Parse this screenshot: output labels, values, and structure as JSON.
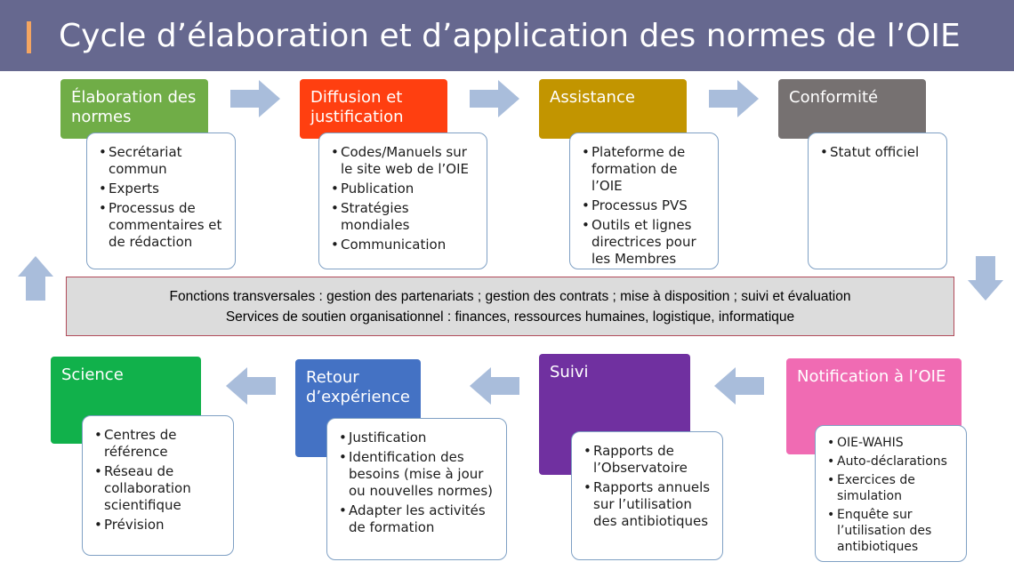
{
  "title": "Cycle d’élaboration et d’application des normes de l’OIE",
  "colors": {
    "header": "#66688f",
    "accent": "#f4a561",
    "arrow": "#a9bddb",
    "elaboration": "#70ad47",
    "diffusion": "#ff3f10",
    "assistance": "#c29500",
    "conformite": "#767171",
    "notification": "#f06bb3",
    "suivi": "#7030a0",
    "retour": "#4472c4",
    "science": "#11b14b"
  },
  "stages": {
    "elaboration": {
      "label": "Élaboration des normes",
      "items": [
        "Secrétariat commun",
        "Experts",
        "Processus de commentaires et de rédaction"
      ]
    },
    "diffusion": {
      "label": "Diffusion et justification",
      "items": [
        "Codes/Manuels sur le site web de l’OIE",
        "Publication",
        "Stratégies mondiales",
        "Communication"
      ]
    },
    "assistance": {
      "label": "Assistance",
      "items": [
        "Plateforme de formation de l’OIE",
        "Processus PVS",
        "Outils et lignes directrices pour les Membres"
      ]
    },
    "conformite": {
      "label": "Conformité",
      "items": [
        "Statut officiel"
      ]
    },
    "notification": {
      "label": "Notification à l’OIE",
      "items": [
        "OIE-WAHIS",
        "Auto-déclarations",
        "Exercices de simulation",
        "Enquête sur l’utilisation des antibiotiques"
      ]
    },
    "suivi": {
      "label": "Suivi",
      "items": [
        "Rapports de l’Observatoire",
        "Rapports annuels sur l’utilisation des antibiotiques"
      ]
    },
    "retour": {
      "label": "Retour d’expérience",
      "items": [
        "Justification",
        "Identification des besoins (mise à jour ou nouvelles normes)",
        "Adapter les activités de formation"
      ]
    },
    "science": {
      "label": "Science",
      "items": [
        "Centres de référence",
        "Réseau de collaboration scientifique",
        "Prévision"
      ]
    }
  },
  "center": {
    "line1": "Fonctions transversales : gestion des partenariats ; gestion des contrats ; mise à disposition ; suivi et évaluation",
    "line2": "Services de soutien organisationnel : finances, ressources humaines, logistique, informatique"
  }
}
